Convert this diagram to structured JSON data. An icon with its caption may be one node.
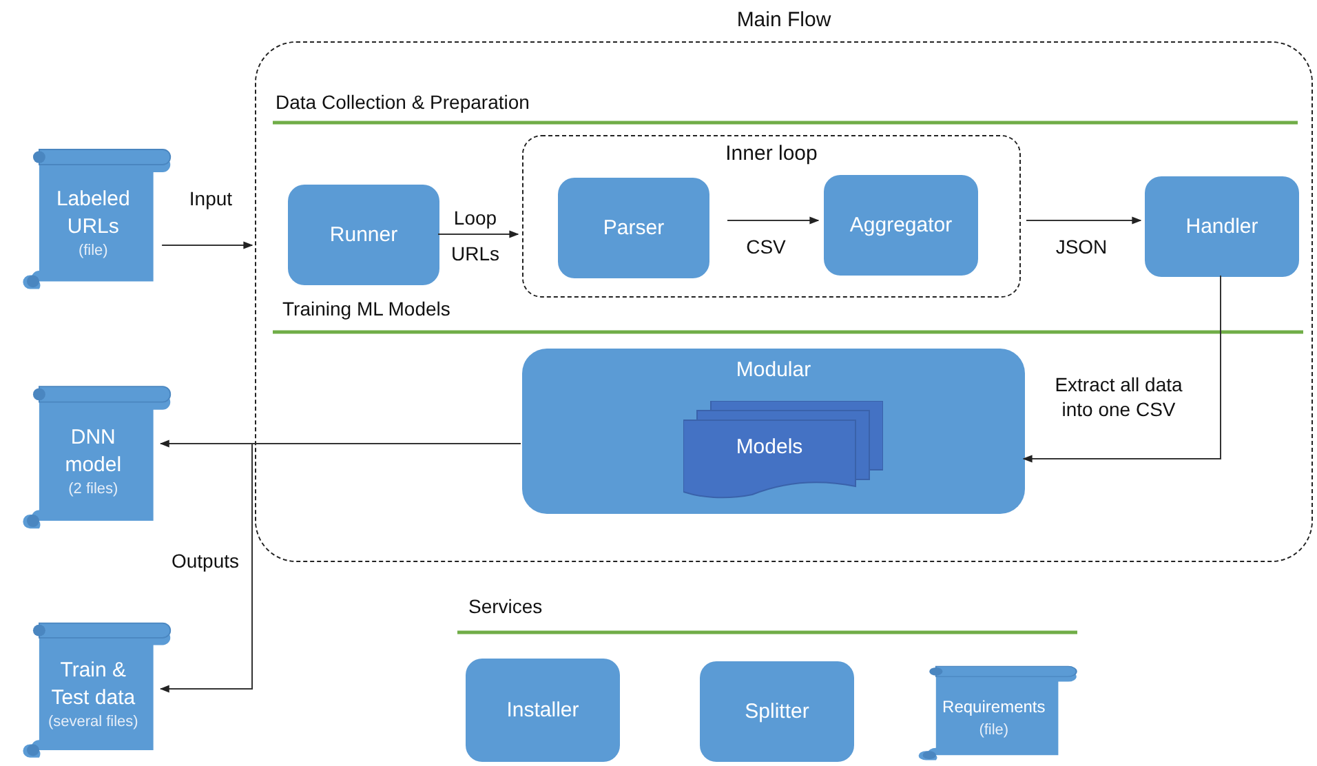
{
  "diagram": {
    "nodes": [
      {
        "text": [
          "Main Flow"
        ]
      },
      {
        "text": [
          "Labeled URLs",
          "(file)"
        ]
      },
      {
        "text": [
          "Runner"
        ],
        "in": 0
      },
      {
        "text": [
          "Inner loop"
        ],
        "in": 0
      },
      {
        "text": [
          "Parser"
        ],
        "in": 3
      },
      {
        "text": [
          "Aggregator"
        ],
        "in": 3
      },
      {
        "text": [
          "Handler"
        ],
        "in": 0
      },
      {
        "text": [
          "Modular"
        ],
        "in": 0
      },
      {
        "text": [
          "Models"
        ],
        "in": 7
      },
      {
        "text": [
          "DNN model",
          "(2 files)"
        ]
      },
      {
        "text": [
          "Train & Test data",
          "(several files)"
        ]
      },
      {
        "text": [
          "Installer"
        ]
      },
      {
        "text": [
          "Splitter"
        ]
      },
      {
        "text": [
          "Requirements",
          "(file)"
        ]
      }
    ],
    "edges": [
      {
        "from": 1,
        "to": 0,
        "arrow": "to",
        "label": "Input"
      },
      {
        "from": 2,
        "to": 3,
        "arrow": "to",
        "label": "Loop URLs"
      },
      {
        "from": 4,
        "to": 5,
        "arrow": "to",
        "label": "CSV"
      },
      {
        "from": 3,
        "to": 6,
        "arrow": "to",
        "label": "JSON"
      },
      {
        "from": 6,
        "to": 7,
        "arrow": "to",
        "label": "Extract all data into one CSV"
      },
      {
        "from": 7,
        "to": 9,
        "arrow": "to"
      },
      {
        "from": 7,
        "to": 10,
        "arrow": "to",
        "label": "Outputs"
      }
    ],
    "labels": [
      "Data Collection & Preparation",
      "Training ML Models",
      "Services"
    ]
  }
}
